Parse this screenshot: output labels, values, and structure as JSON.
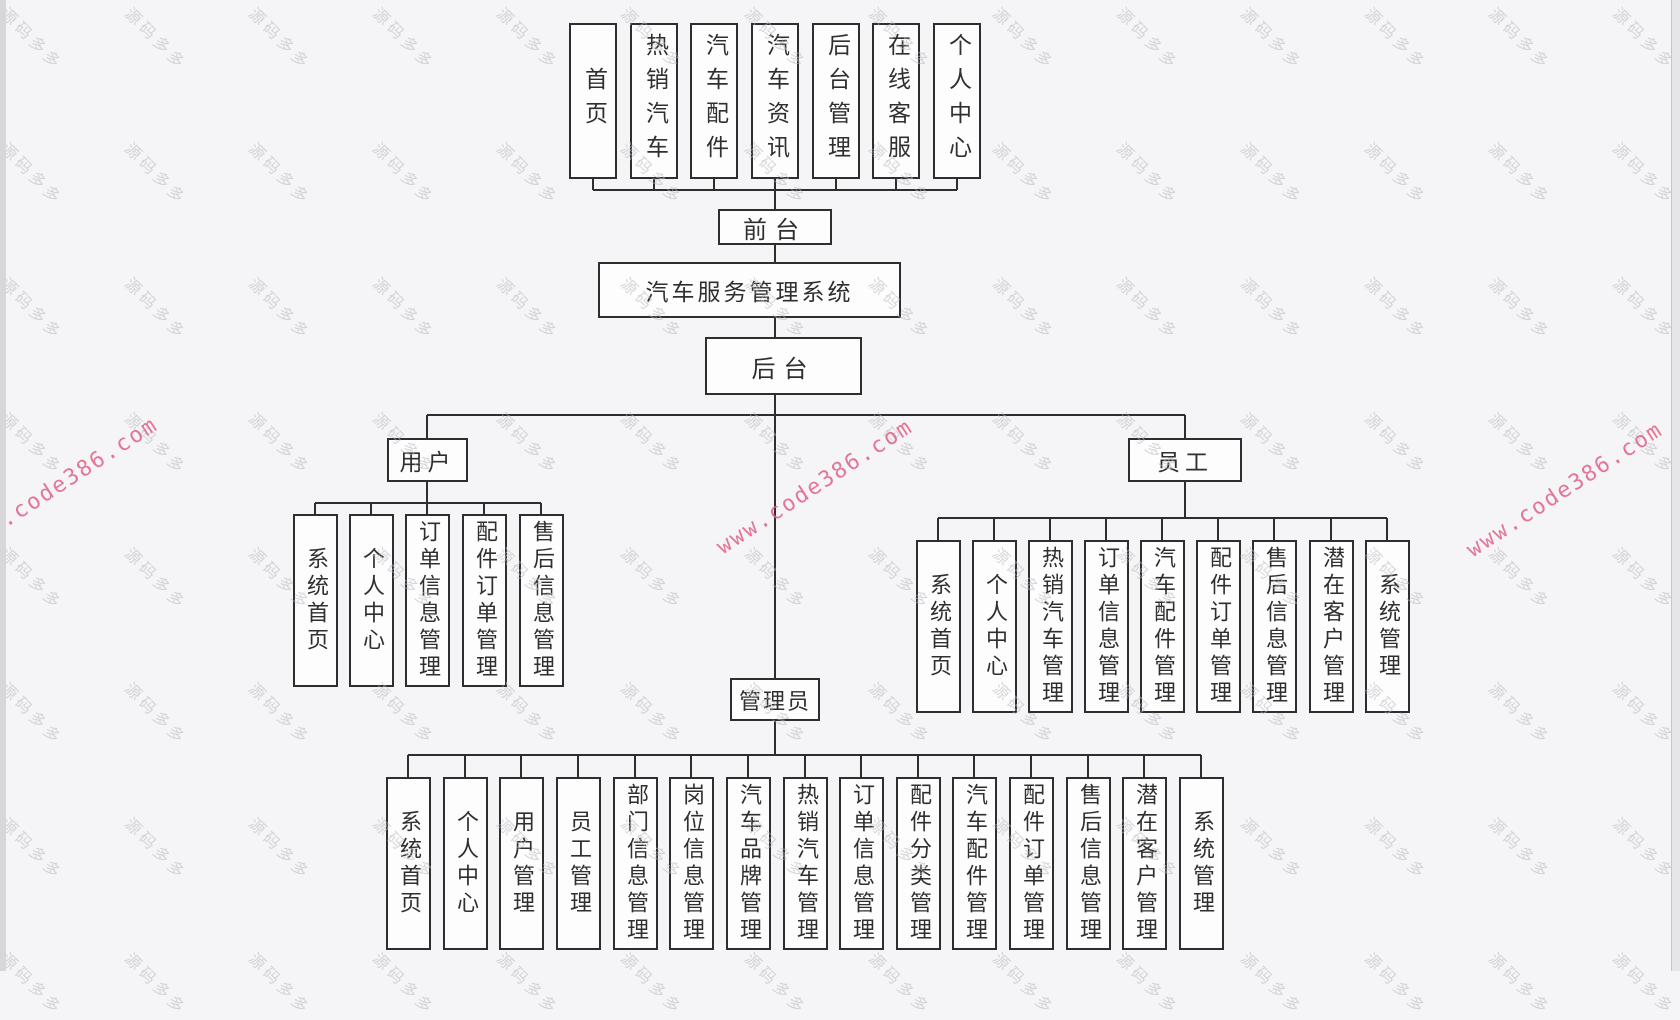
{
  "page": {
    "background": "#f5f5f7",
    "box_fill": "#fdfdfd",
    "line_color": "#2e2e2e",
    "text_color": "#2f2f2f"
  },
  "watermarks": {
    "tile_text": "源码多多",
    "tile_color": "#b9b9c0",
    "site_text": "www.code386.com",
    "site_color": "#e25f85"
  },
  "diagram": {
    "root_label": "汽车服务管理系统",
    "front": {
      "label": "前台",
      "children": [
        "首页",
        "热销汽车",
        "汽车配件",
        "汽车资讯",
        "后台管理",
        "在线客服",
        "个人中心"
      ]
    },
    "back": {
      "label": "后台",
      "user": {
        "label": "用户",
        "children": [
          "系统首页",
          "个人中心",
          "订单信息管理",
          "配件订单管理",
          "售后信息管理"
        ]
      },
      "admin": {
        "label": "管理员",
        "children": [
          "系统首页",
          "个人中心",
          "用户管理",
          "员工管理",
          "部门信息管理",
          "岗位信息管理",
          "汽车品牌管理",
          "热销汽车管理",
          "订单信息管理",
          "配件分类管理",
          "汽车配件管理",
          "配件订单管理",
          "售后信息管理",
          "潜在客户管理",
          "系统管理"
        ]
      },
      "staff": {
        "label": "员工",
        "children": [
          "系统首页",
          "个人中心",
          "热销汽车管理",
          "订单信息管理",
          "汽车配件管理",
          "配件订单管理",
          "售后信息管理",
          "潜在客户管理",
          "系统管理"
        ]
      }
    }
  }
}
